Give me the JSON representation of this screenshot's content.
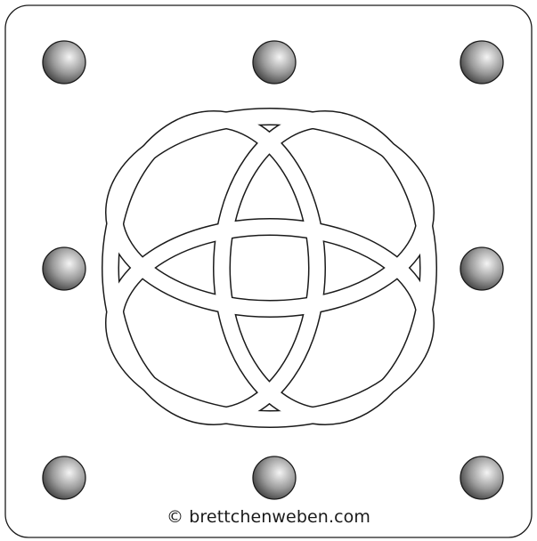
{
  "diagram": {
    "kind": "tablet-weaving-card",
    "hole_count": 8,
    "motif": "interlaced-knot",
    "colors": {
      "outline": "#1a1a1a",
      "card_fill": "#ffffff",
      "hole_light": "#f4f4f4",
      "hole_mid": "#9a9a9a",
      "hole_dark": "#3c3c3c"
    }
  },
  "footer": {
    "copyright": "© brettchenweben.com"
  }
}
